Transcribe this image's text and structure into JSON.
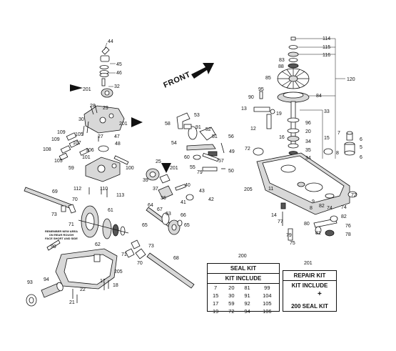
{
  "diagram": {
    "front_label": "FRONT",
    "note_lines": [
      "REMEMBER NEW AREA",
      "ON REAR ROUGH",
      "FACE SHORT AND SIDE"
    ],
    "callouts": [
      {
        "id": "44",
        "text": "44"
      },
      {
        "id": "45",
        "text": "45"
      },
      {
        "id": "46",
        "text": "46"
      },
      {
        "id": "201a",
        "text": "201"
      },
      {
        "id": "32",
        "text": "32"
      },
      {
        "id": "28",
        "text": "28"
      },
      {
        "id": "29",
        "text": "29"
      },
      {
        "id": "30",
        "text": "30"
      },
      {
        "id": "201b",
        "text": "201"
      },
      {
        "id": "27",
        "text": "27"
      },
      {
        "id": "47",
        "text": "47"
      },
      {
        "id": "48",
        "text": "48"
      },
      {
        "id": "109a",
        "text": "109"
      },
      {
        "id": "105a",
        "text": "105"
      },
      {
        "id": "109b",
        "text": "109"
      },
      {
        "id": "106",
        "text": "106"
      },
      {
        "id": "107",
        "text": "107"
      },
      {
        "id": "108",
        "text": "108"
      },
      {
        "id": "105b",
        "text": "105"
      },
      {
        "id": "59",
        "text": "59"
      },
      {
        "id": "101",
        "text": "101"
      },
      {
        "id": "100",
        "text": "100"
      },
      {
        "id": "112",
        "text": "112"
      },
      {
        "id": "110",
        "text": "110"
      },
      {
        "id": "113",
        "text": "113"
      },
      {
        "id": "69",
        "text": "69"
      },
      {
        "id": "70a",
        "text": "70"
      },
      {
        "id": "73a",
        "text": "73"
      },
      {
        "id": "71a",
        "text": "71"
      },
      {
        "id": "61",
        "text": "61"
      },
      {
        "id": "62",
        "text": "62"
      },
      {
        "id": "99",
        "text": "99"
      },
      {
        "id": "71b",
        "text": "71"
      },
      {
        "id": "73b",
        "text": "73"
      },
      {
        "id": "70b",
        "text": "70"
      },
      {
        "id": "205a",
        "text": "205"
      },
      {
        "id": "68",
        "text": "68"
      },
      {
        "id": "93",
        "text": "93"
      },
      {
        "id": "94",
        "text": "94"
      },
      {
        "id": "22",
        "text": "22"
      },
      {
        "id": "21",
        "text": "21"
      },
      {
        "id": "17",
        "text": "17"
      },
      {
        "id": "18",
        "text": "18"
      },
      {
        "id": "53",
        "text": "53"
      },
      {
        "id": "58",
        "text": "58"
      },
      {
        "id": "91",
        "text": "91"
      },
      {
        "id": "52",
        "text": "52"
      },
      {
        "id": "51",
        "text": "51"
      },
      {
        "id": "56",
        "text": "56"
      },
      {
        "id": "54",
        "text": "54"
      },
      {
        "id": "49",
        "text": "49"
      },
      {
        "id": "60",
        "text": "60"
      },
      {
        "id": "57",
        "text": "57"
      },
      {
        "id": "55",
        "text": "55"
      },
      {
        "id": "79a",
        "text": "79"
      },
      {
        "id": "50",
        "text": "50"
      },
      {
        "id": "25",
        "text": "25"
      },
      {
        "id": "201c",
        "text": "201"
      },
      {
        "id": "39",
        "text": "39"
      },
      {
        "id": "37",
        "text": "37"
      },
      {
        "id": "36",
        "text": "36"
      },
      {
        "id": "40",
        "text": "40"
      },
      {
        "id": "41",
        "text": "41"
      },
      {
        "id": "43",
        "text": "43"
      },
      {
        "id": "42",
        "text": "42"
      },
      {
        "id": "64",
        "text": "64"
      },
      {
        "id": "67",
        "text": "67"
      },
      {
        "id": "63",
        "text": "63"
      },
      {
        "id": "65a",
        "text": "65"
      },
      {
        "id": "66",
        "text": "66"
      },
      {
        "id": "65b",
        "text": "65"
      },
      {
        "id": "114",
        "text": "114"
      },
      {
        "id": "115",
        "text": "115"
      },
      {
        "id": "83",
        "text": "83"
      },
      {
        "id": "116",
        "text": "116"
      },
      {
        "id": "88",
        "text": "88"
      },
      {
        "id": "85",
        "text": "85"
      },
      {
        "id": "120",
        "text": "120"
      },
      {
        "id": "95",
        "text": "95"
      },
      {
        "id": "90",
        "text": "90"
      },
      {
        "id": "84",
        "text": "84"
      },
      {
        "id": "13",
        "text": "13"
      },
      {
        "id": "19",
        "text": "19"
      },
      {
        "id": "33",
        "text": "33"
      },
      {
        "id": "12",
        "text": "12"
      },
      {
        "id": "96",
        "text": "96"
      },
      {
        "id": "20",
        "text": "20"
      },
      {
        "id": "7",
        "text": "7"
      },
      {
        "id": "6a",
        "text": "6"
      },
      {
        "id": "16",
        "text": "16"
      },
      {
        "id": "15",
        "text": "15"
      },
      {
        "id": "72a",
        "text": "72"
      },
      {
        "id": "34a",
        "text": "34"
      },
      {
        "id": "35",
        "text": "35"
      },
      {
        "id": "5",
        "text": "5"
      },
      {
        "id": "34b",
        "text": "34"
      },
      {
        "id": "6b",
        "text": "6"
      },
      {
        "id": "8a",
        "text": "8"
      },
      {
        "id": "205b",
        "text": "205"
      },
      {
        "id": "72b",
        "text": "72"
      },
      {
        "id": "74a",
        "text": "74"
      },
      {
        "id": "11",
        "text": "11"
      },
      {
        "id": "9",
        "text": "9"
      },
      {
        "id": "82a",
        "text": "82"
      },
      {
        "id": "74b",
        "text": "74"
      },
      {
        "id": "8b",
        "text": "8"
      },
      {
        "id": "14",
        "text": "14"
      },
      {
        "id": "82b",
        "text": "82"
      },
      {
        "id": "77",
        "text": "77"
      },
      {
        "id": "80",
        "text": "80"
      },
      {
        "id": "76",
        "text": "76"
      },
      {
        "id": "79b",
        "text": "79"
      },
      {
        "id": "81",
        "text": "81"
      },
      {
        "id": "78",
        "text": "78"
      },
      {
        "id": "75",
        "text": "75"
      },
      {
        "id": "200",
        "text": "200"
      },
      {
        "id": "201d",
        "text": "201"
      }
    ]
  },
  "seal_kit": {
    "ref": "200",
    "title": "SEAL KIT",
    "subtitle": "KIT INCLUDE",
    "rows": [
      [
        "7",
        "20",
        "81",
        "99"
      ],
      [
        "15",
        "30",
        "91",
        "104"
      ],
      [
        "17",
        "59",
        "92",
        "105"
      ],
      [
        "19",
        "72",
        "94",
        "106"
      ]
    ]
  },
  "repair_kit": {
    "ref": "201",
    "title": "REPAIR KIT",
    "subtitle": "KIT INCLUDE",
    "plus": "+",
    "footer": "200 SEAL KIT"
  }
}
